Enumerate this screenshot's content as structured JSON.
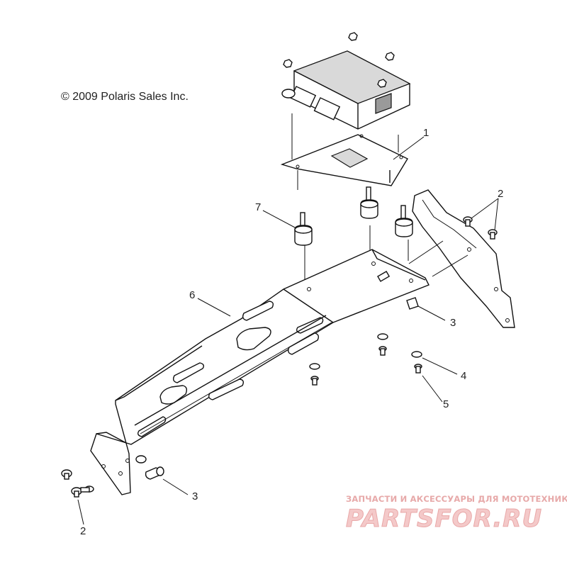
{
  "copyright": "© 2009 Polaris Sales Inc.",
  "callouts": {
    "c1": "1",
    "c2a": "2",
    "c2b": "2",
    "c3a": "3",
    "c3b": "3",
    "c4": "4",
    "c5": "5",
    "c6": "6",
    "c7": "7"
  },
  "watermark": {
    "tagline": "ЗАПЧАСТИ И АКСЕССУАРЫ ДЛЯ МОТОТЕХНИКИ",
    "logo": "PARTSFOR.RU"
  }
}
